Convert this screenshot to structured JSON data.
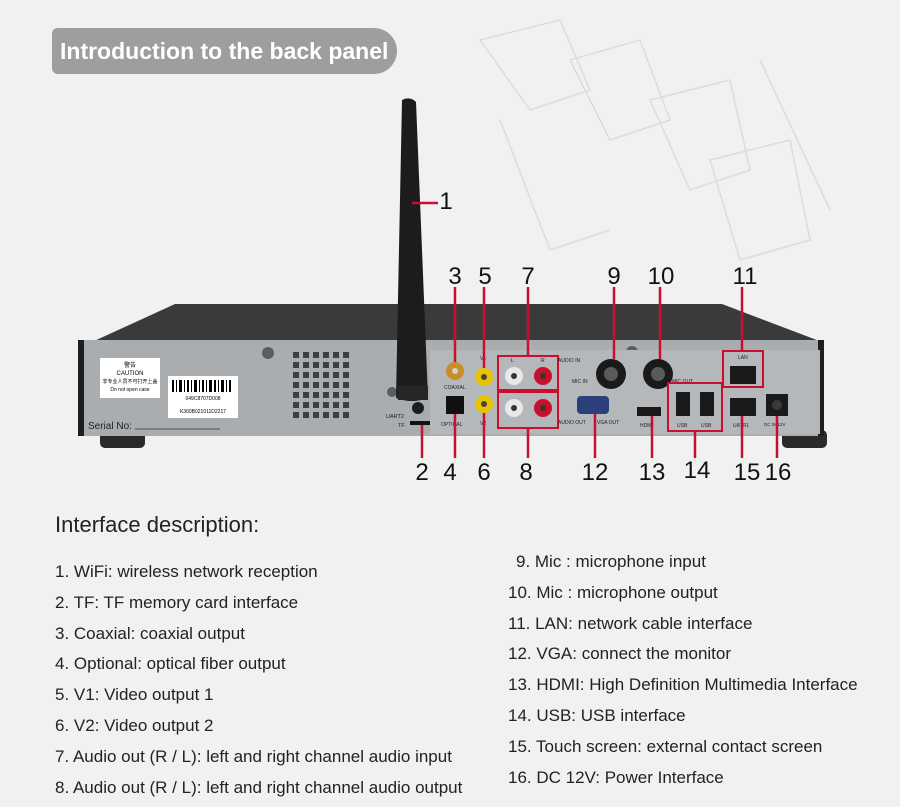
{
  "banner": {
    "title": "Introduction to the back panel"
  },
  "device": {
    "serial_label": "Serial No:",
    "caution_title": "警告",
    "caution_en": "CAUTION",
    "caution_cn": "非专业人员不可打开上盖",
    "caution_en2": "Do not open case",
    "barcode_top": "049C8707D008",
    "barcode_bottom": "K360B021011D2217",
    "port_labels": {
      "uart2": "UART2",
      "tf": "TF",
      "coaxial": "COAXIAL",
      "optical": "OPTICAL",
      "v1": "V1",
      "v2": "V2",
      "audio_in": "AUDIO IN",
      "audio_out": "AUDIO OUT",
      "mic_in": "MIC IN",
      "mic_out": "MIC OUT",
      "vga_out": "VGA OUT",
      "hdmi": "HDMI",
      "usb1": "USB",
      "usb2": "USB",
      "lan": "LAN",
      "uatr1": "UATR1",
      "dc": "DC IN 12V",
      "l": "L",
      "r": "R"
    }
  },
  "callouts": [
    "1",
    "2",
    "3",
    "4",
    "5",
    "6",
    "7",
    "8",
    "9",
    "10",
    "11",
    "12",
    "13",
    "14",
    "15",
    "16"
  ],
  "section_title": "Interface description:",
  "descriptions_left": [
    "1. WiFi: wireless network reception",
    "2. TF: TF memory card interface",
    "3. Coaxial: coaxial output",
    "4. Optional: optical fiber output",
    "5. V1: Video output 1",
    "6. V2: Video output 2",
    "7. Audio out (R / L): left and right channel audio input",
    "8. Audio out (R / L): left and right channel audio output"
  ],
  "descriptions_right": [
    "9. Mic : microphone input",
    "10. Mic : microphone output",
    "11. LAN: network cable interface",
    "12. VGA: connect the monitor",
    "13. HDMI: High Definition Multimedia Interface",
    "14. USB: USB interface",
    "15. Touch screen: external contact screen",
    "16. DC 12V: Power Interface"
  ],
  "colors": {
    "accent": "#c8102e",
    "banner": "#9e9e9e",
    "background": "#f1f1f1"
  }
}
